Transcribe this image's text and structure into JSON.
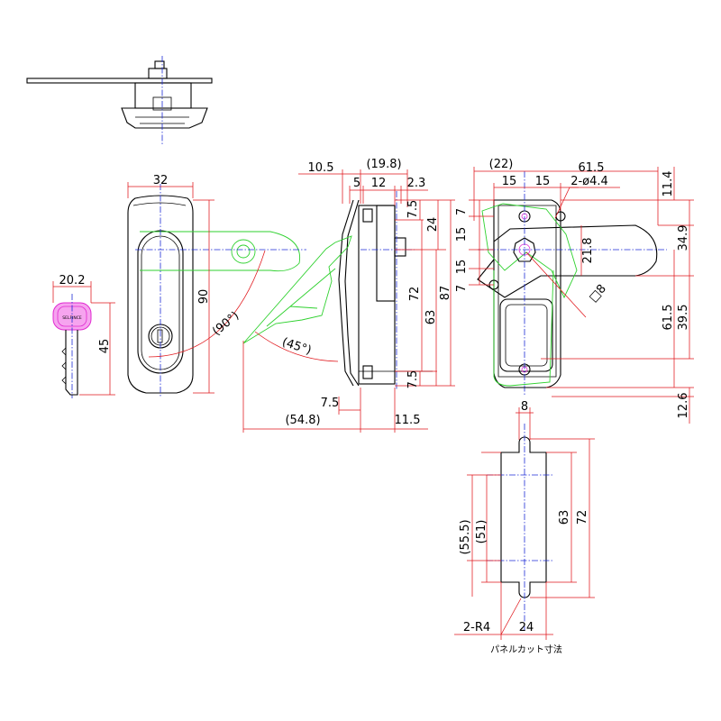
{
  "caption": "パネルカット寸法",
  "key_brand": "SELFINCE",
  "colors": {
    "outline": "#000000",
    "dimension": "#e0161b",
    "centerline": "#1d2bd6",
    "motion": "#2fd12f",
    "key_head": "#e02ad0"
  },
  "front": {
    "width": "32",
    "height": "90",
    "angle": "(90°)"
  },
  "key": {
    "width": "20.2",
    "length": "45"
  },
  "side": {
    "a": "10.5",
    "b": "(19.8)",
    "c": "5",
    "d": "12",
    "e": "2.3",
    "t1": "7.5",
    "r24": "24",
    "r72": "72",
    "r87": "87",
    "r63": "63",
    "t2": "7.5",
    "angle": "(45°)",
    "b75": "7.5",
    "w548": "(54.8)",
    "w115": "11.5"
  },
  "rear": {
    "w22": "(22)",
    "w615": "61.5",
    "h114": "11.4",
    "w15a": "15",
    "w15b": "15",
    "holes": "2-ø4.4",
    "v7a": "7",
    "v15a": "15",
    "v7b": "7",
    "v15b": "15",
    "d218": "21.8",
    "h349": "34.9",
    "sq": "□8",
    "h615": "61.5",
    "h395": "39.5",
    "h126": "12.6"
  },
  "cutout": {
    "w8": "8",
    "h555": "(55.5)",
    "h51": "(51)",
    "h63": "63",
    "h72": "72",
    "radius": "2-R4",
    "w24": "24"
  }
}
